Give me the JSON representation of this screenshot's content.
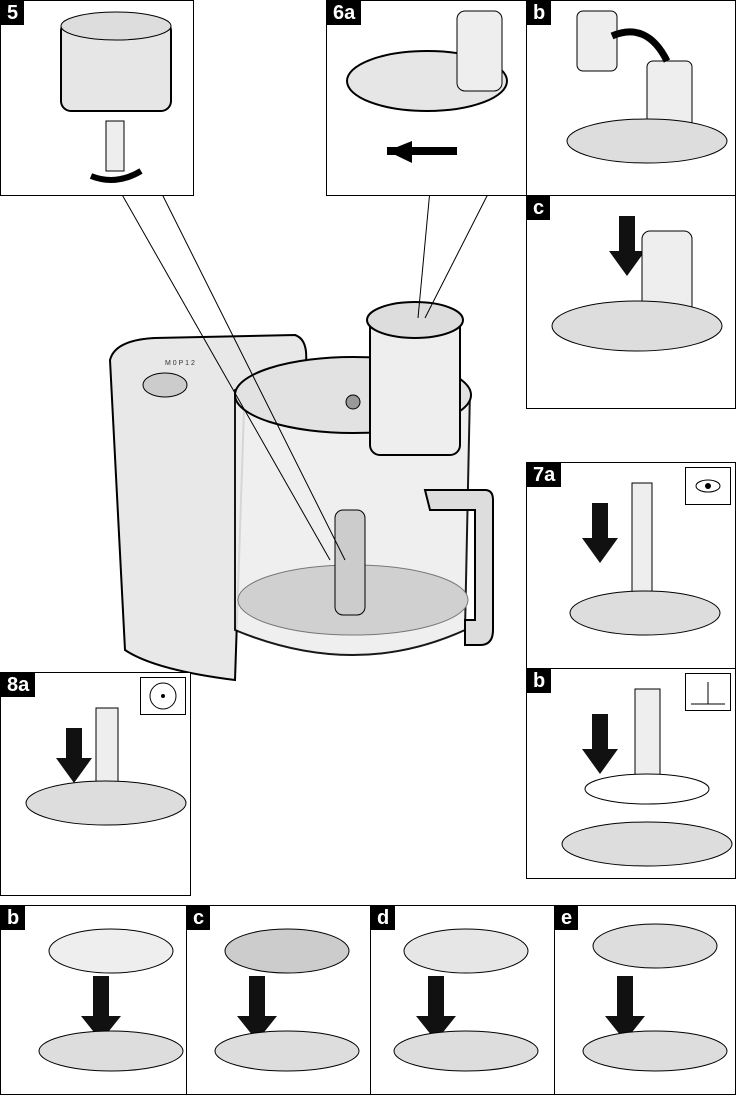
{
  "panels": [
    {
      "id": "5",
      "label": "5"
    },
    {
      "id": "6a",
      "label": "6a"
    },
    {
      "id": "6b",
      "label": "b"
    },
    {
      "id": "6c",
      "label": "c"
    },
    {
      "id": "7a",
      "label": "7a",
      "symbol": "blade-icon"
    },
    {
      "id": "7b",
      "label": "b",
      "symbol": "whisk-icon"
    },
    {
      "id": "8a",
      "label": "8a",
      "symbol": "disc-icon"
    },
    {
      "id": "8b",
      "label": "b"
    },
    {
      "id": "8c",
      "label": "c"
    },
    {
      "id": "8d",
      "label": "d"
    },
    {
      "id": "8e",
      "label": "e"
    }
  ],
  "dial": {
    "labels": "M 0 P 1 2"
  },
  "colors": {
    "outline": "#000000",
    "body": "#e6e6e6",
    "bowl": "#d8d8d8",
    "arrow": "#1a1a1a"
  }
}
